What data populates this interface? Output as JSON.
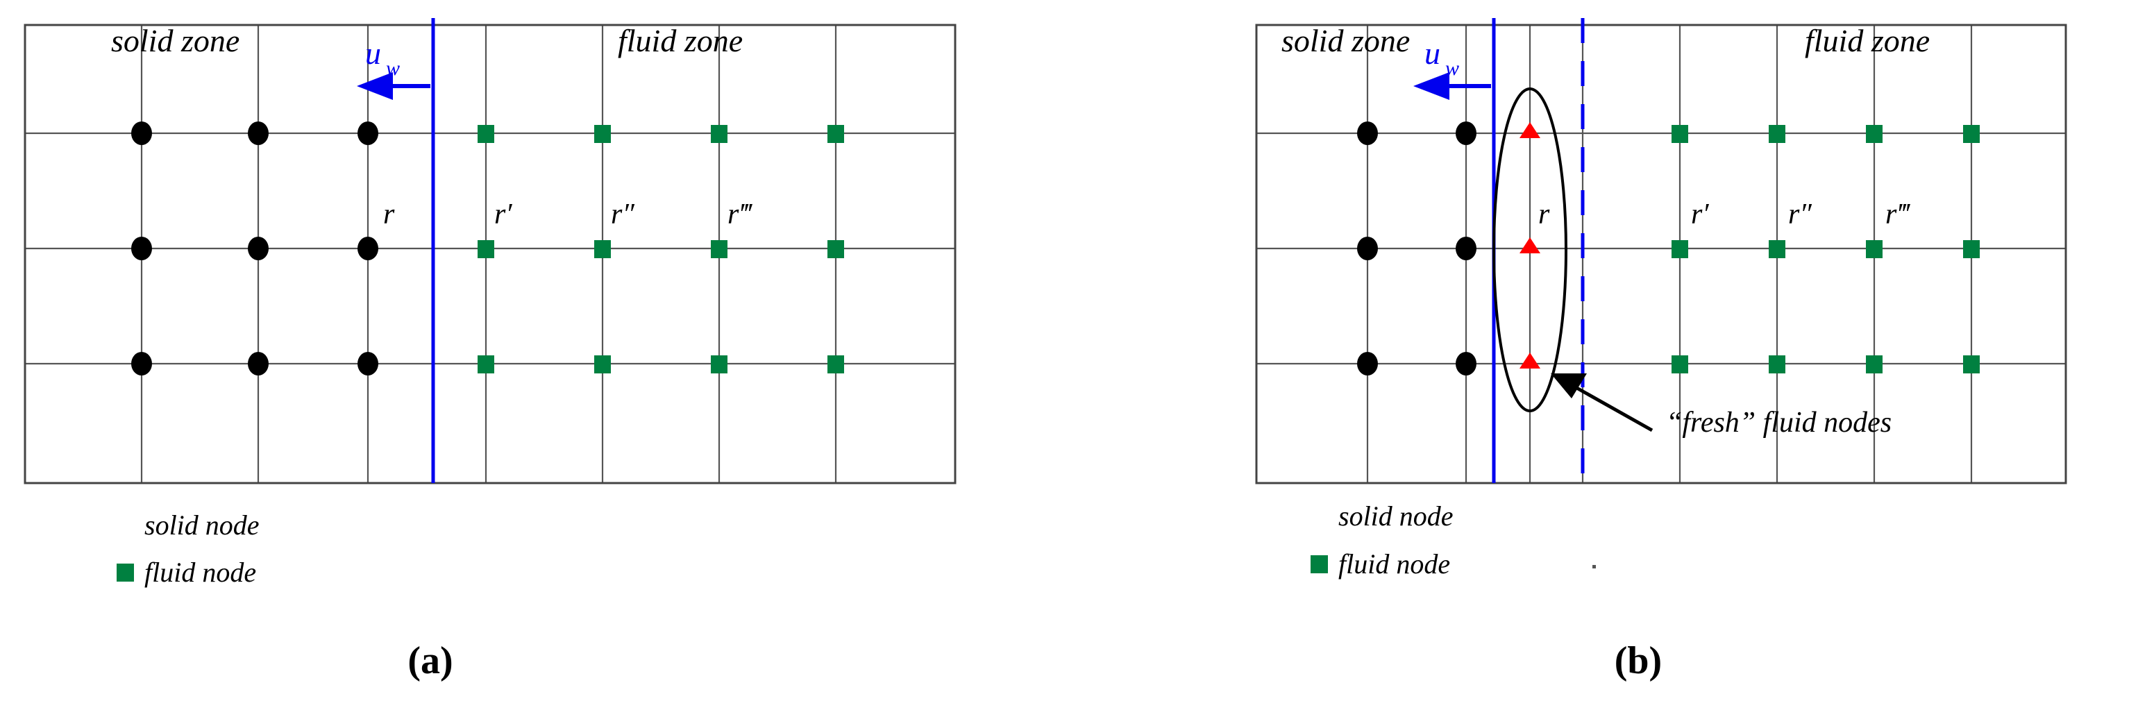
{
  "figure": {
    "type": "diagram",
    "description": "Lattice grid schematic of solid and fluid zones near a moving wall",
    "colors": {
      "wall_line": "#0000ee",
      "fluid_node": "#008040",
      "solid_node": "#000000",
      "fresh_node": "#ff0000",
      "grid_line": "#555555",
      "frame_line": "#444444"
    }
  },
  "panels": [
    {
      "id": "a",
      "caption": "(a)",
      "zones": {
        "solid": "solid zone",
        "fluid": "fluid zone"
      },
      "wall": {
        "velocity_label_base": "u",
        "velocity_label_sub": "w",
        "arrow_direction": "left",
        "style": "solid"
      },
      "radius_labels": [
        "r",
        "r′",
        "r″",
        "r‴"
      ],
      "legend": [
        {
          "marker": "circle",
          "color": "#000000",
          "label": "solid node"
        },
        {
          "marker": "square",
          "color": "#008040",
          "label": "fluid node"
        }
      ],
      "node_counts": {
        "solid_columns": 3,
        "fluid_columns": 4,
        "rows": 3
      }
    },
    {
      "id": "b",
      "caption": "(b)",
      "zones": {
        "solid": "solid zone",
        "fluid": "fluid zone"
      },
      "wall": {
        "velocity_label_base": "u",
        "velocity_label_sub": "w",
        "arrow_direction": "left",
        "style": "solid",
        "secondary_style": "dashed"
      },
      "radius_labels": [
        "r",
        "r′",
        "r″",
        "r‴"
      ],
      "annotation": {
        "text": "“fresh” fluid nodes",
        "points_to": "ellipse-of-fresh-nodes"
      },
      "legend": [
        {
          "marker": "circle",
          "color": "#000000",
          "label": "solid node"
        },
        {
          "marker": "square",
          "color": "#008040",
          "label": "fluid node"
        }
      ],
      "node_counts": {
        "solid_columns": 2,
        "fluid_columns": 4,
        "fresh_columns": 1,
        "rows": 3
      }
    }
  ]
}
